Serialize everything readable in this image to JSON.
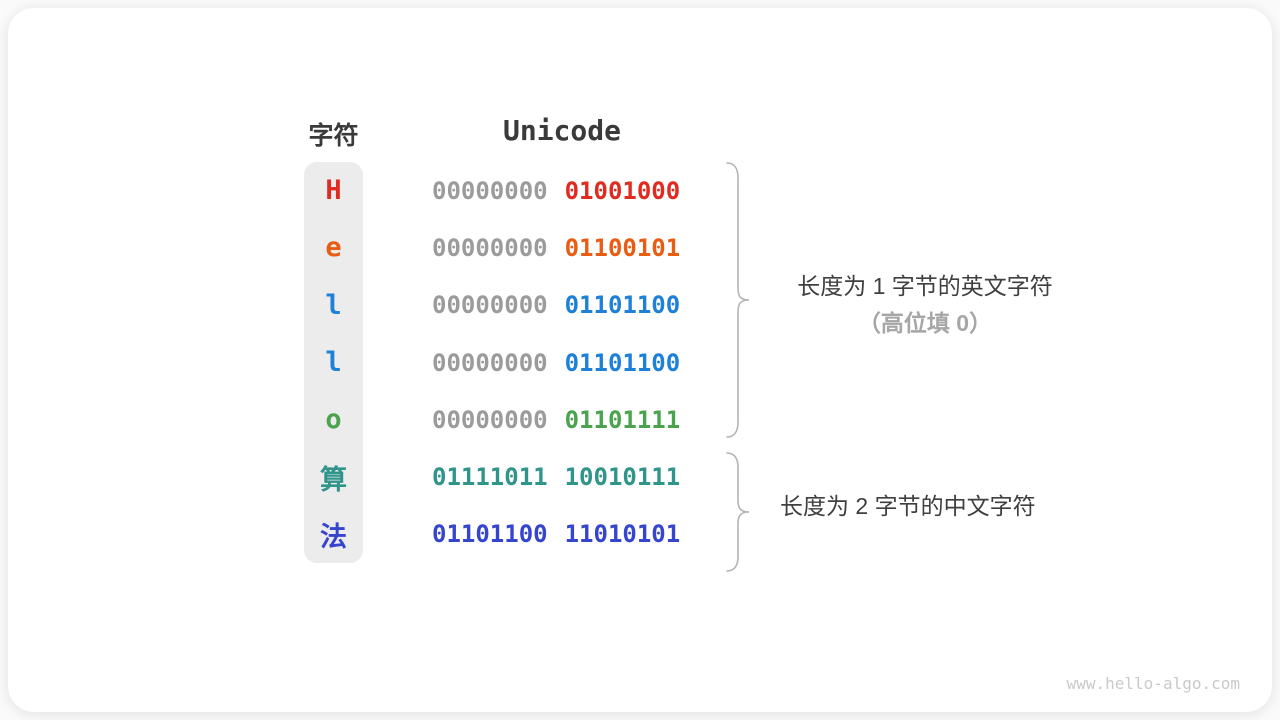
{
  "table": {
    "headers": {
      "char": "字符",
      "unicode": "Unicode"
    },
    "rows": [
      {
        "char": "H",
        "byte1": "00000000",
        "byte2": "01001000",
        "color": "#e02b20",
        "byte1_color": "#9b9b9b"
      },
      {
        "char": "e",
        "byte1": "00000000",
        "byte2": "01100101",
        "color": "#e85d12",
        "byte1_color": "#9b9b9b"
      },
      {
        "char": "l",
        "byte1": "00000000",
        "byte2": "01101100",
        "color": "#1e80d6",
        "byte1_color": "#9b9b9b"
      },
      {
        "char": "l",
        "byte1": "00000000",
        "byte2": "01101100",
        "color": "#1e80d6",
        "byte1_color": "#9b9b9b"
      },
      {
        "char": "o",
        "byte1": "00000000",
        "byte2": "01101111",
        "color": "#4aa44e",
        "byte1_color": "#9b9b9b"
      },
      {
        "char": "算",
        "byte1": "01111011",
        "byte2": "10010111",
        "color": "#2f948a",
        "byte1_color": "#2f948a"
      },
      {
        "char": "法",
        "byte1": "01101100",
        "byte2": "11010101",
        "color": "#3645cd",
        "byte1_color": "#3645cd"
      }
    ]
  },
  "annotations": {
    "english": {
      "line1": "长度为 1 字节的英文字符",
      "line2": "（高位填 0）"
    },
    "chinese": {
      "line1": "长度为 2 字节的中文字符"
    }
  },
  "watermark": "www.hello-algo.com",
  "colors": {
    "gray_byte": "#9b9b9b",
    "column_bg": "#ececec",
    "heading_text": "#3a3a3a",
    "annotation_text": "#3f3f3f",
    "annotation_muted": "#a6a6a6",
    "brace": "#b4b4b4",
    "watermark": "#c9c9c9",
    "card_bg": "#ffffff"
  }
}
